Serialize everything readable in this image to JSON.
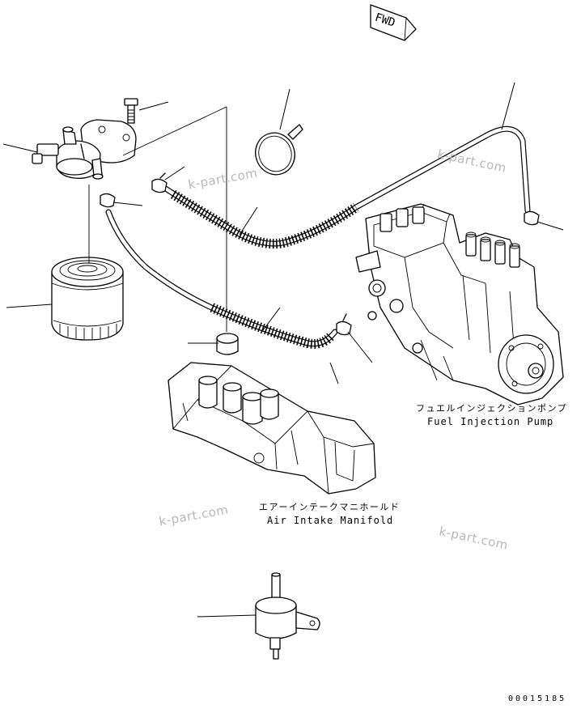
{
  "fwd_marker": "FWD",
  "labels": {
    "fuel_injection_pump_jp": "フュエルインジェクションポンプ",
    "fuel_injection_pump_en": "Fuel Injection Pump",
    "air_intake_manifold_jp": "エアーインテークマニホールド",
    "air_intake_manifold_en": "Air Intake Manifold"
  },
  "watermarks": [
    "k-part.com",
    "k-part.com",
    "k-part.com",
    "k-part.com"
  ],
  "document_number": "00015185",
  "colors": {
    "line": "#000000",
    "watermark": "#b8b8b8",
    "background": "#ffffff"
  }
}
